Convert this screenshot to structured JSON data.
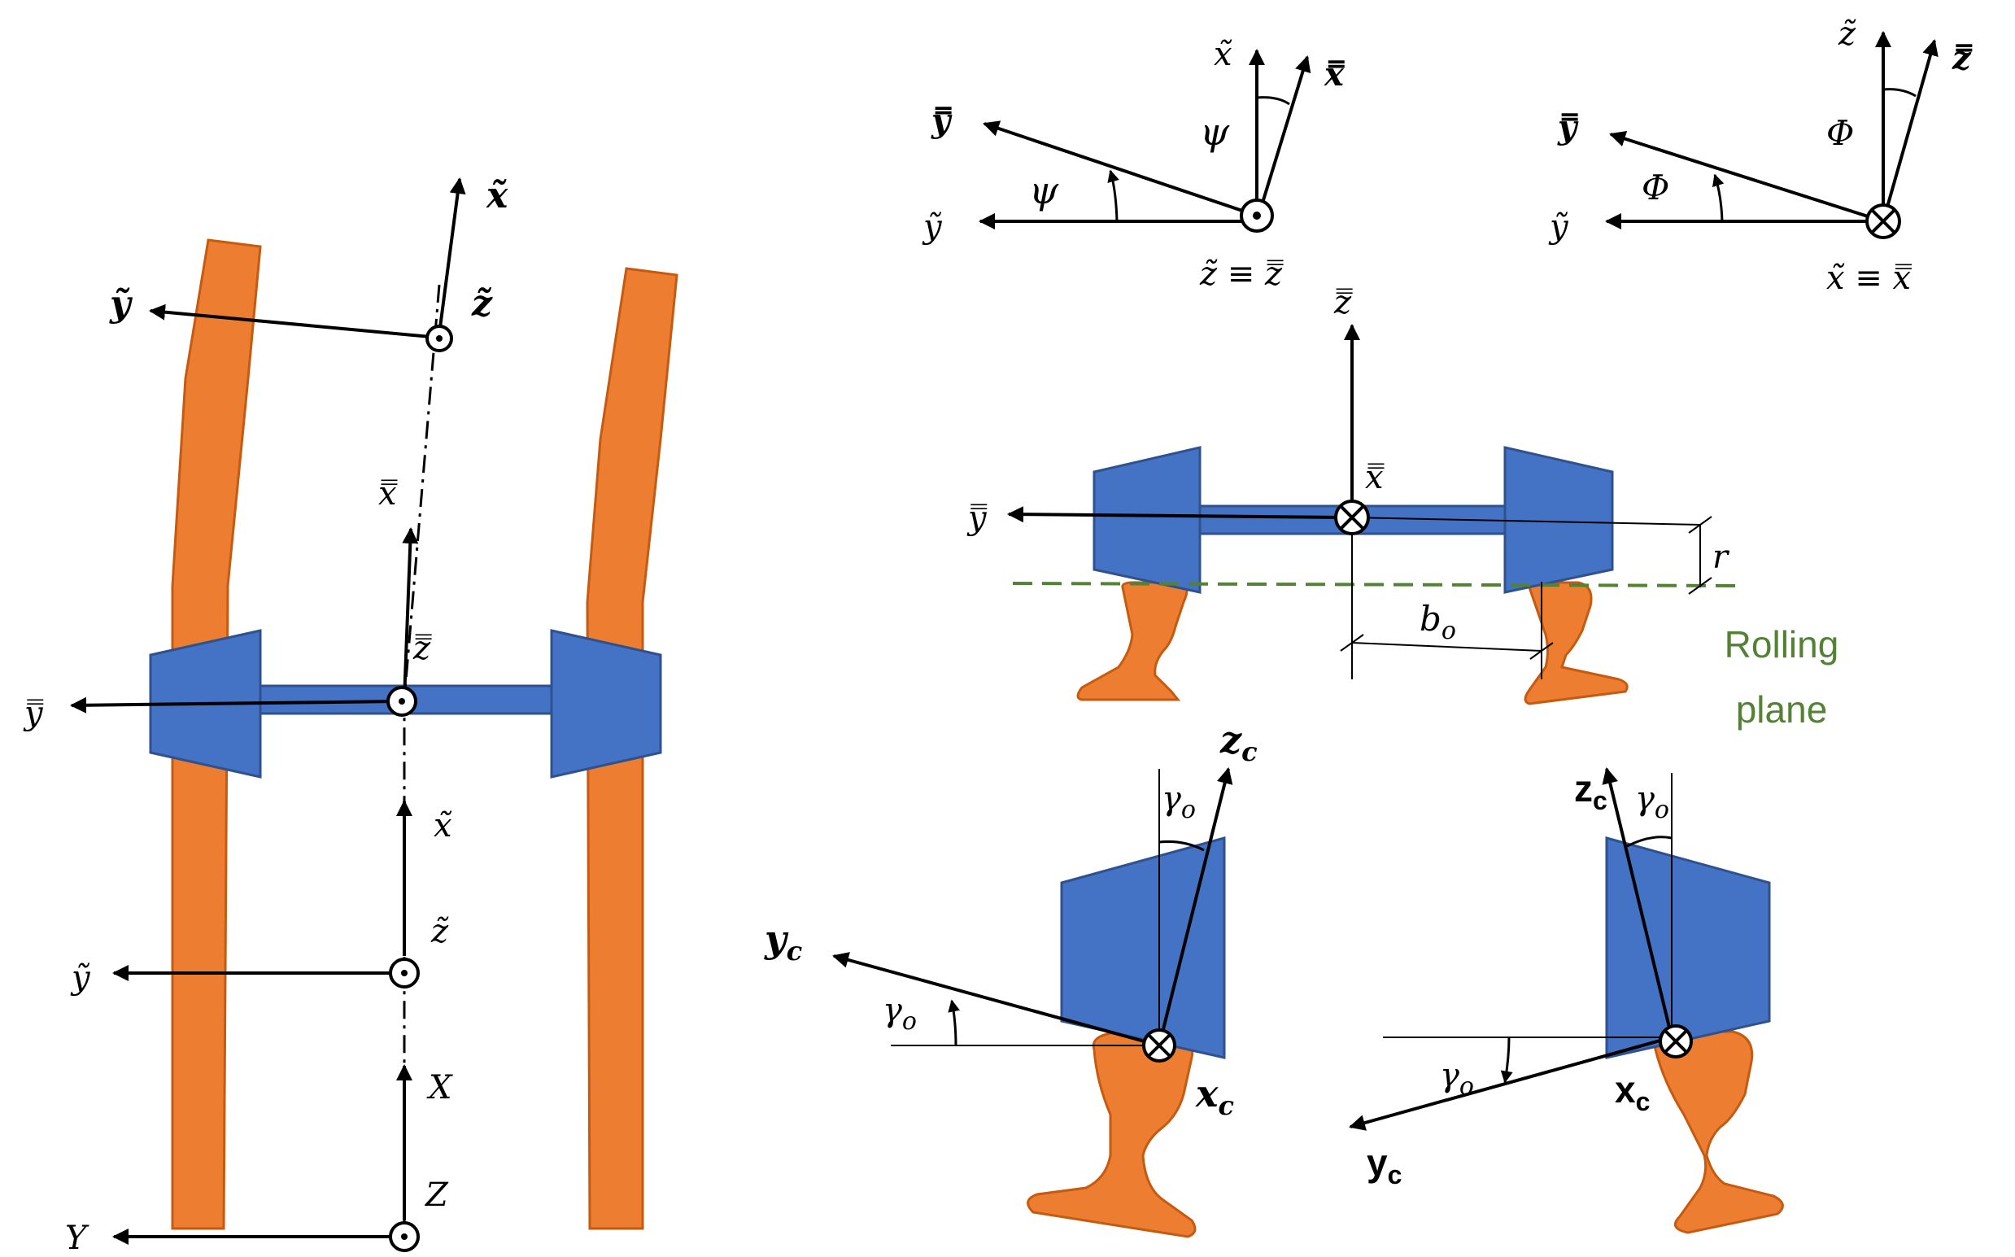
{
  "colors": {
    "rail": "#ED7D31",
    "rail_stroke": "#C55A11",
    "wheel": "#4472C4",
    "wheel_stroke": "#2F528F",
    "rolling_plane": "#548235",
    "axis": "#000000"
  },
  "left_view": {
    "track_frame": {
      "x_label": "x̃",
      "y_label": "ỹ",
      "z_label": "z̃"
    },
    "wheelset_frame": {
      "x_label": "x̿",
      "y_label": "y̿",
      "z_label": "z̿"
    },
    "mid_frame": {
      "x_label": "x̃",
      "y_label": "ỹ",
      "z_label": "z̃"
    },
    "global_frame": {
      "x_label": "X",
      "y_label": "Y",
      "z_label": "Z"
    }
  },
  "yaw_rotation": {
    "x_tilde": "x̃",
    "x_dbar": "x̿",
    "y_dbar": "y̿",
    "y_tilde": "ỹ",
    "angle": "ψ",
    "axis_label": "z̃ ≡ z̿"
  },
  "roll_rotation": {
    "z_tilde": "z̃",
    "z_dbar": "z̿",
    "y_dbar": "y̿",
    "y_tilde": "ỹ",
    "angle": "Φ",
    "axis_label": "x̃ ≡ x̿"
  },
  "front_view": {
    "z_label": "z̿",
    "x_label": "x̿",
    "y_label": "y̿",
    "radius_label": "r",
    "half_gauge_label": "b",
    "half_gauge_sub": "o",
    "rolling_plane_line1": "Rolling",
    "rolling_plane_line2": "plane"
  },
  "contact_left": {
    "z_label": "z",
    "y_label": "y",
    "x_label": "x",
    "sub": "c",
    "angle": "γ",
    "angle_sub": "o"
  },
  "contact_right": {
    "z_label": "z",
    "y_label": "y",
    "x_label": "x",
    "sub": "c",
    "angle": "γ",
    "angle_sub": "o"
  }
}
